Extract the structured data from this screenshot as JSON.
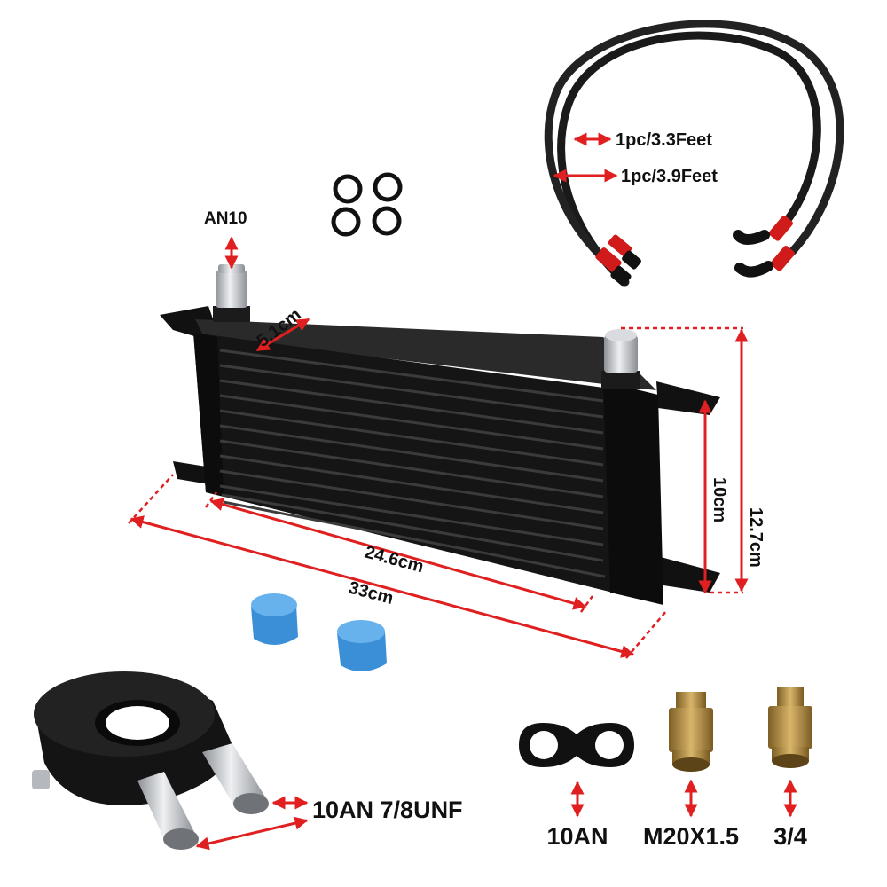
{
  "labels": {
    "fitting_size": "AN10",
    "depth": "5.1cm",
    "hose_short": "1pc/3.3Feet",
    "hose_long": "1pc/3.9Feet",
    "core_width": "24.6cm",
    "total_width": "33cm",
    "core_height": "10cm",
    "total_height": "12.7cm",
    "adapter_thread": "10AN 7/8UNF",
    "clamp_size": "10AN",
    "fitting_metric": "M20X1.5",
    "fitting_imperial": "3/4"
  },
  "colors": {
    "dimension_arrow": "#e02020",
    "cooler_body": "#111111",
    "fitting_silver": "#c9ccd0",
    "cap_blue": "#3a8fd6",
    "fitting_brass": "#b08a3e",
    "hose_end_red": "#d11a1a"
  }
}
